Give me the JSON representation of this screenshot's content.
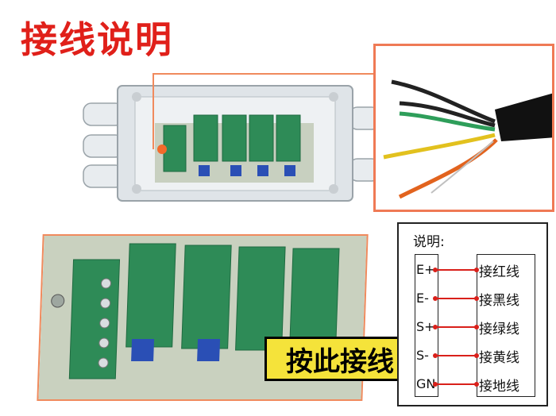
{
  "page_title": "接线说明",
  "hint_banner": "按此接线",
  "legend": {
    "title": "说明:",
    "rows": [
      {
        "pin": "E+",
        "wire": "接红线"
      },
      {
        "pin": "E-",
        "wire": "接黑线"
      },
      {
        "pin": "S+",
        "wire": "接绿线"
      },
      {
        "pin": "S-",
        "wire": "接黄线"
      },
      {
        "pin": "GN",
        "wire": "接地线"
      }
    ]
  },
  "colors": {
    "title_red": "#e0201a",
    "frame_orange": "#ef7a55",
    "terminal_green": "#2e8b57",
    "banner_yellow": "#f5e33a",
    "legend_line_red": "#d9201a"
  }
}
